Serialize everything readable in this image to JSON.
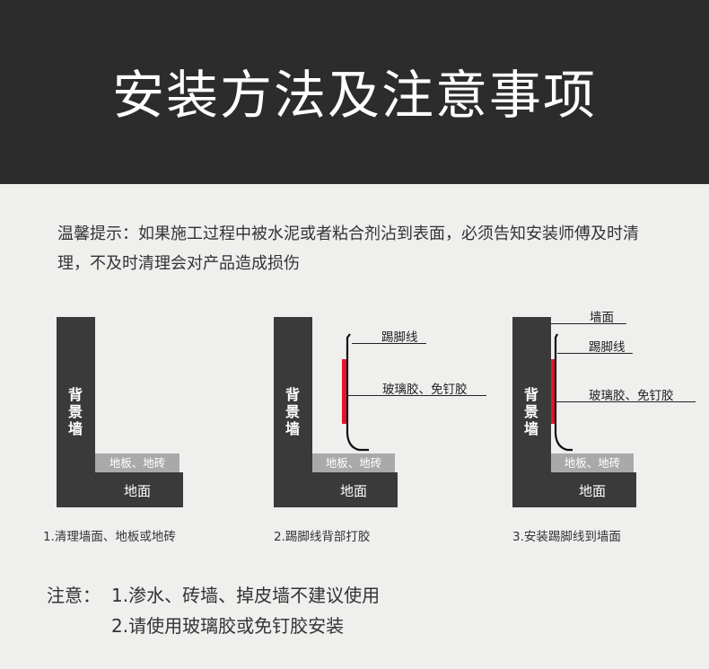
{
  "header": {
    "title": "安装方法及注意事项"
  },
  "tip": {
    "text": "温馨提示：如果施工过程中被水泥或者粘合剂沾到表面，必须告知安装师傅及时清理，不及时清理会对产品造成损伤"
  },
  "diagrams": [
    {
      "wall_label": "背景墙",
      "tile_label": "地板、地砖",
      "floor_label": "地面",
      "caption": "1.清理墙面、地板或地砖"
    },
    {
      "wall_label": "背景墙",
      "tile_label": "地板、地砖",
      "floor_label": "地面",
      "skirting_label": "踢脚线",
      "glue_label": "玻璃胶、免钉胶",
      "caption": "2.踢脚线背部打胶"
    },
    {
      "wall_label": "背景墙",
      "tile_label": "地板、地砖",
      "floor_label": "地面",
      "wall_surface_label": "墙面",
      "skirting_label": "踢脚线",
      "glue_label": "玻璃胶、免钉胶",
      "caption": "3.安装踢脚线到墙面"
    }
  ],
  "notes": {
    "heading": "注意：",
    "item1": "1.渗水、砖墙、掉皮墙不建议使用",
    "item2": "2.请使用玻璃胶或免钉胶安装"
  },
  "colors": {
    "header_bg": "#2c2c2c",
    "wall": "#3a3a3a",
    "tile": "#a9a9a9",
    "glue": "#e2162b",
    "page_bg": "#efefee"
  }
}
